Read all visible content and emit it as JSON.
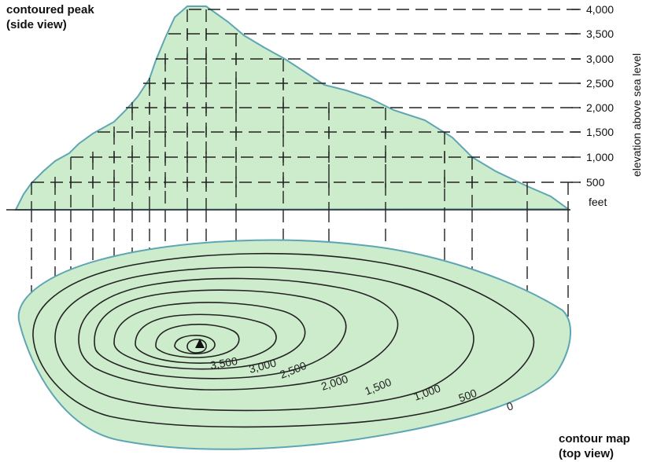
{
  "titles": {
    "side_view": [
      "contoured peak",
      "(side view)"
    ],
    "top_view": [
      "contour map",
      "(top view)"
    ]
  },
  "axis": {
    "label": "elevation above sea level",
    "unit": "feet"
  },
  "elevation_ticks": [
    "4,000",
    "3,500",
    "3,000",
    "2,500",
    "2,000",
    "1,500",
    "1,000",
    "500"
  ],
  "contour_labels": [
    "3,500",
    "3,000",
    "2,500",
    "2,000",
    "1,500",
    "1,000",
    "500",
    "0"
  ],
  "colors": {
    "fill": "#cdeccc",
    "outline": "#5fa6b5",
    "line": "#222222"
  },
  "icons": {
    "summit": "summit-triangle-icon"
  }
}
